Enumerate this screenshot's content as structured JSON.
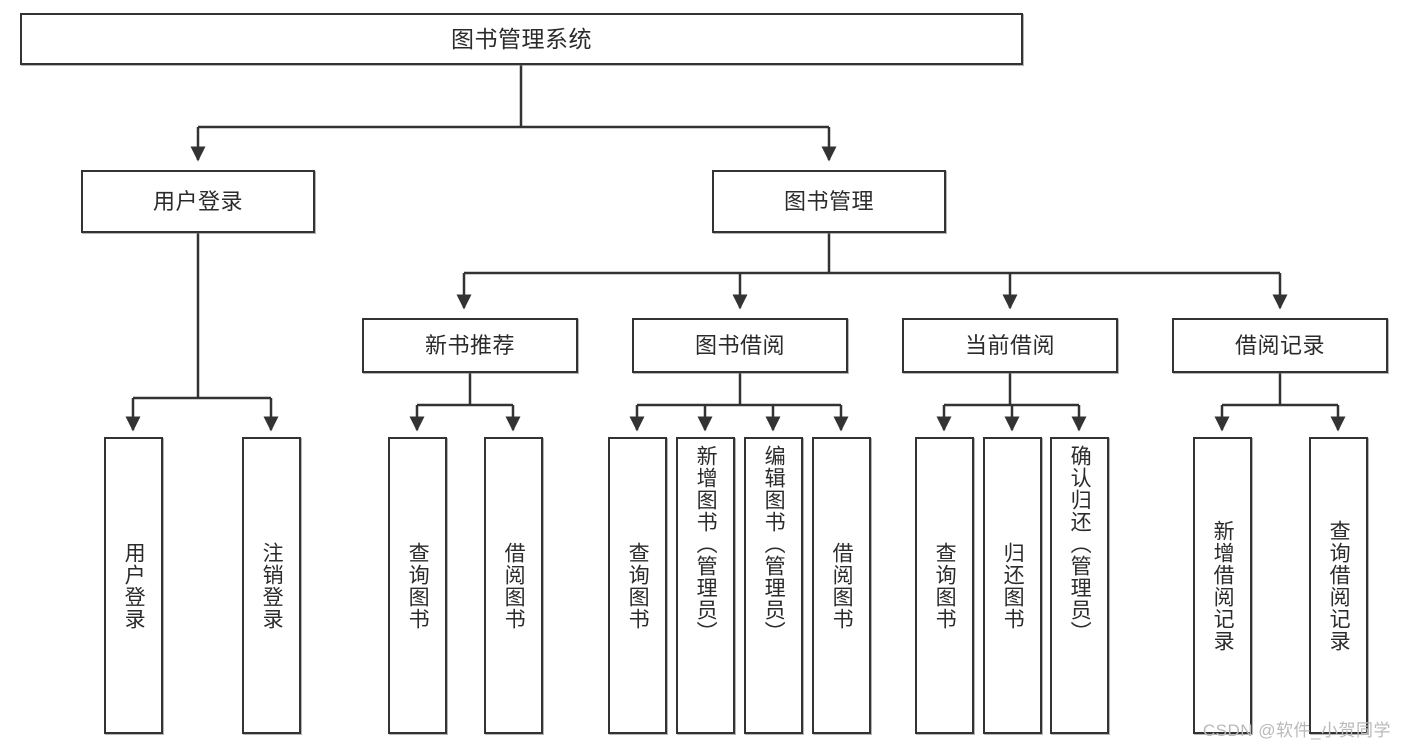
{
  "diagram": {
    "title": "图书管理系统",
    "type": "tree",
    "colors": {
      "stroke": "#333333",
      "fill": "#ffffff",
      "text": "#2b2b2b",
      "watermark": "#b9b9b9"
    },
    "root": {
      "label": "图书管理系统"
    },
    "level2": [
      {
        "label": "用户登录"
      },
      {
        "label": "图书管理"
      }
    ],
    "level3": [
      {
        "label": "新书推荐"
      },
      {
        "label": "图书借阅"
      },
      {
        "label": "当前借阅"
      },
      {
        "label": "借阅记录"
      }
    ],
    "leaves": {
      "user_login": [
        {
          "label": "用户登录"
        },
        {
          "label": "注销登录"
        }
      ],
      "new_book": [
        {
          "label": "查询图书"
        },
        {
          "label": "借阅图书"
        }
      ],
      "book_borrow": [
        {
          "label": "查询图书"
        },
        {
          "label": "新增图书（管理员）"
        },
        {
          "label": "编辑图书（管理员）"
        },
        {
          "label": "借阅图书"
        }
      ],
      "current_borrow": [
        {
          "label": "查询图书"
        },
        {
          "label": "归还图书"
        },
        {
          "label": "确认归还（管理员）"
        }
      ],
      "borrow_record": [
        {
          "label": "新增借阅记录"
        },
        {
          "label": "查询借阅记录"
        }
      ]
    }
  },
  "watermark": {
    "text": "CSDN @软件_小贺同学"
  }
}
